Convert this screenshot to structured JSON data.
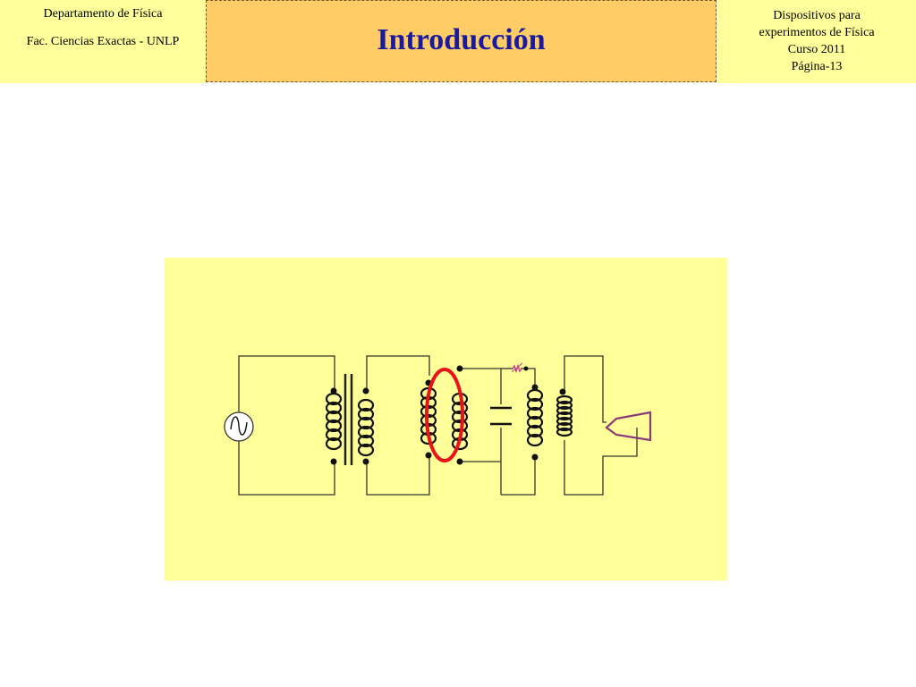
{
  "header": {
    "left": {
      "department": "Departamento de Física",
      "faculty": "Fac. Ciencias Exactas - UNLP"
    },
    "title": "Introducción",
    "right": {
      "line1": "Dispositivos para",
      "line2": "experimentos de Física",
      "course": "Curso 2011",
      "page": "Página-13"
    }
  },
  "colors": {
    "header_side_bg": "#ffff9c",
    "header_title_bg": "#ffcc66",
    "title_text": "#1a1aa0",
    "diagram_bg": "#ffff99",
    "highlight_ellipse": "#e8141a",
    "resistor": "#c0408a",
    "speaker": "#8a3a78"
  }
}
